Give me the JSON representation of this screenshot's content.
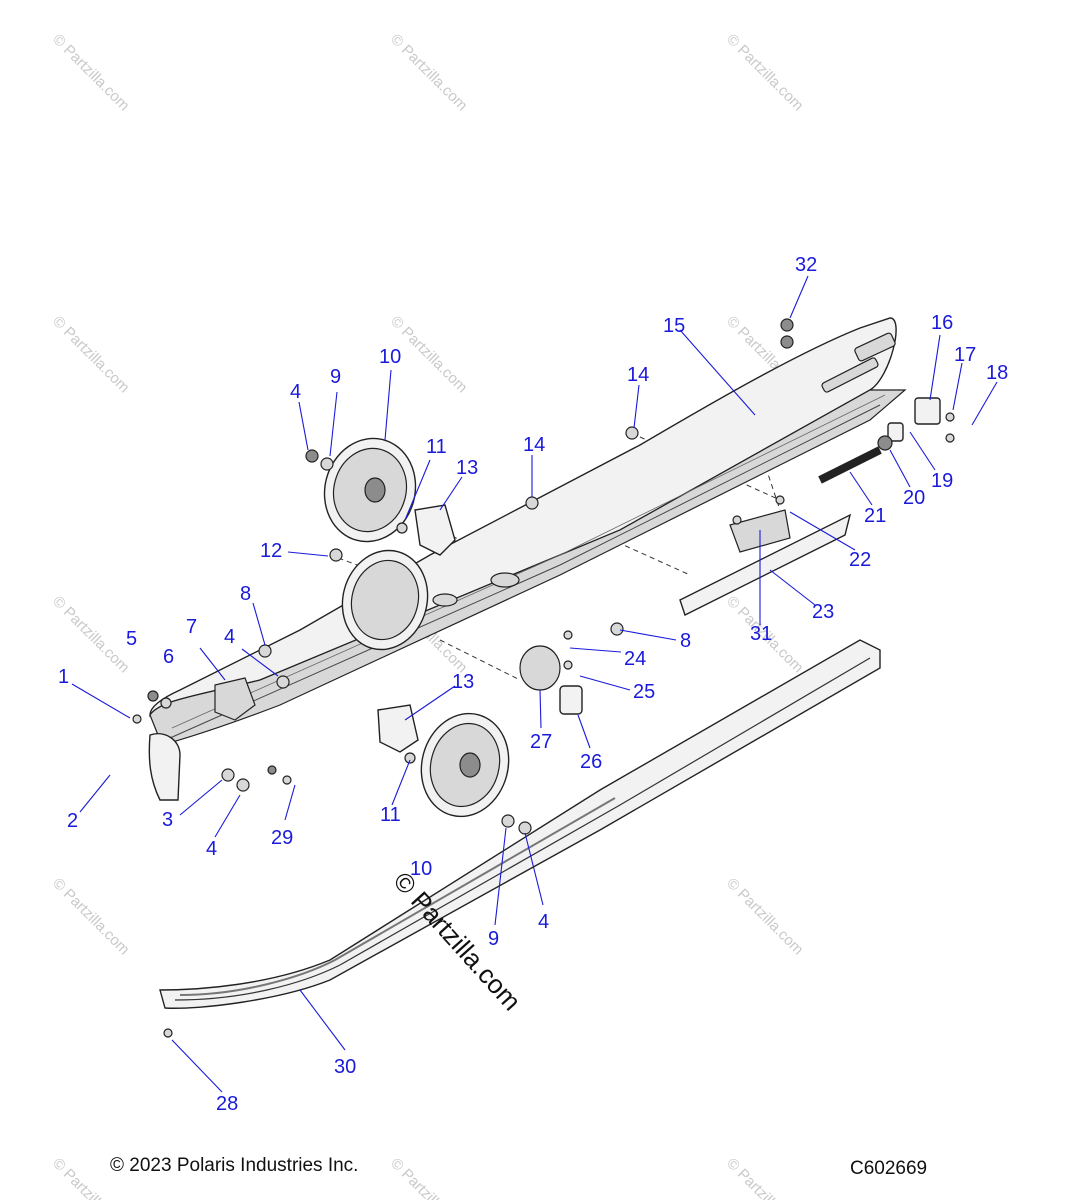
{
  "watermark": {
    "text": "© Partzilla.com"
  },
  "footer": {
    "copyright": "© 2023 Polaris Industries Inc.",
    "diagram_code": "C602669"
  },
  "callouts": [
    {
      "id": "1",
      "label": "1"
    },
    {
      "id": "2",
      "label": "2"
    },
    {
      "id": "3",
      "label": "3"
    },
    {
      "id": "4a",
      "label": "4"
    },
    {
      "id": "4b",
      "label": "4"
    },
    {
      "id": "4c",
      "label": "4"
    },
    {
      "id": "4d",
      "label": "4"
    },
    {
      "id": "5",
      "label": "5"
    },
    {
      "id": "6",
      "label": "6"
    },
    {
      "id": "7",
      "label": "7"
    },
    {
      "id": "8a",
      "label": "8"
    },
    {
      "id": "8b",
      "label": "8"
    },
    {
      "id": "9a",
      "label": "9"
    },
    {
      "id": "9b",
      "label": "9"
    },
    {
      "id": "10a",
      "label": "10"
    },
    {
      "id": "10b",
      "label": "10"
    },
    {
      "id": "11a",
      "label": "11"
    },
    {
      "id": "11b",
      "label": "11"
    },
    {
      "id": "12",
      "label": "12"
    },
    {
      "id": "13a",
      "label": "13"
    },
    {
      "id": "13b",
      "label": "13"
    },
    {
      "id": "14a",
      "label": "14"
    },
    {
      "id": "14b",
      "label": "14"
    },
    {
      "id": "15",
      "label": "15"
    },
    {
      "id": "16",
      "label": "16"
    },
    {
      "id": "17",
      "label": "17"
    },
    {
      "id": "18",
      "label": "18"
    },
    {
      "id": "19",
      "label": "19"
    },
    {
      "id": "20",
      "label": "20"
    },
    {
      "id": "21",
      "label": "21"
    },
    {
      "id": "22",
      "label": "22"
    },
    {
      "id": "23",
      "label": "23"
    },
    {
      "id": "24",
      "label": "24"
    },
    {
      "id": "25",
      "label": "25"
    },
    {
      "id": "26",
      "label": "26"
    },
    {
      "id": "27",
      "label": "27"
    },
    {
      "id": "28",
      "label": "28"
    },
    {
      "id": "29",
      "label": "29"
    },
    {
      "id": "30",
      "label": "30"
    },
    {
      "id": "31",
      "label": "31"
    },
    {
      "id": "32",
      "label": "32"
    }
  ]
}
